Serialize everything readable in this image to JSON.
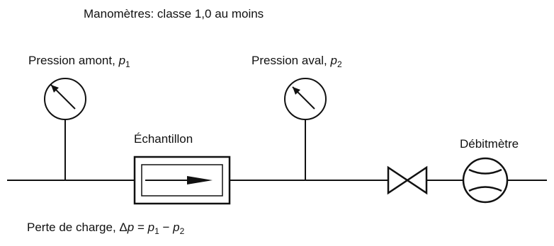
{
  "title": "Manomètres: classe 1,0 au moins",
  "upstream_label": "Pression amont, ",
  "upstream_var": "p",
  "upstream_sub": "1",
  "downstream_label": "Pression aval, ",
  "downstream_var": "p",
  "downstream_sub": "2",
  "sample_label": "Échantillon",
  "flowmeter_label": "Débitmètre",
  "pressure_loss": {
    "prefix": "Perte de charge, ",
    "delta": "Δ",
    "var": "p",
    "eq": " = ",
    "p1": "p",
    "p1_sub": "1",
    "minus": " − ",
    "p2": "p",
    "p2_sub": "2"
  },
  "colors": {
    "line": "#111111",
    "background": "#ffffff"
  }
}
